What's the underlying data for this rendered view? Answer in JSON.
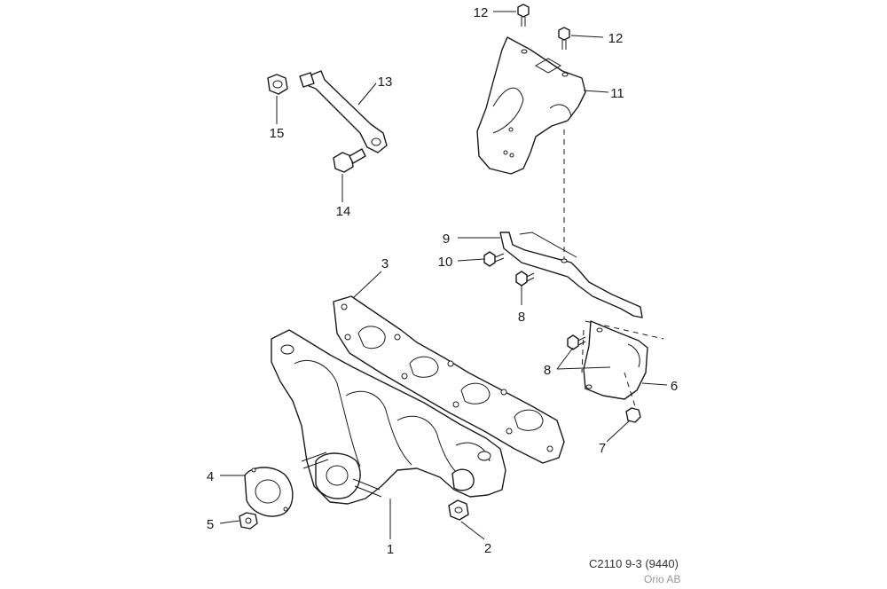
{
  "diagram": {
    "labels": [
      "1",
      "2",
      "3",
      "4",
      "5",
      "6",
      "7",
      "8",
      "8",
      "9",
      "10",
      "11",
      "12",
      "12",
      "13",
      "14",
      "15"
    ]
  },
  "footer": {
    "reference": "C2110 9-3 (9440)",
    "copyright": "Orio AB"
  }
}
